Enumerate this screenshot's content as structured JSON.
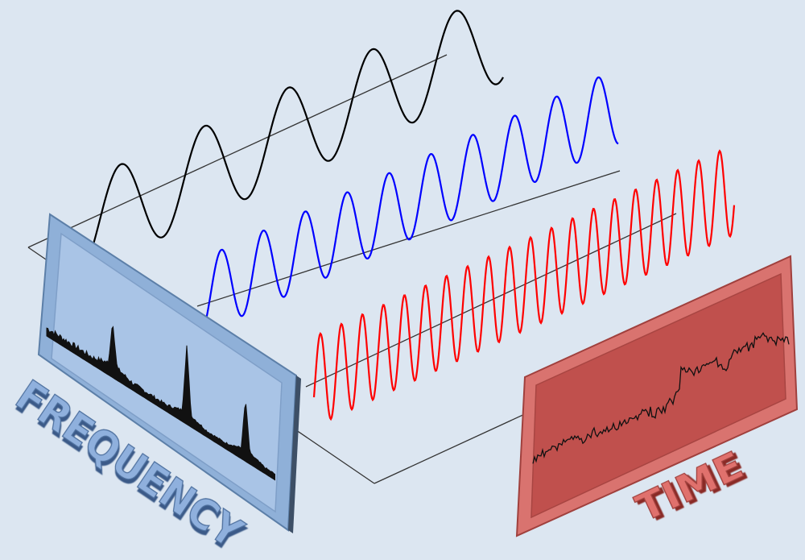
{
  "labels": {
    "frequency": "FREQUENCY",
    "time": "TIME"
  },
  "waves": [
    {
      "color": "#000000",
      "cycles": 5
    },
    {
      "color": "#0000ff",
      "cycles": 10
    },
    {
      "color": "#ff0000",
      "cycles": 20
    }
  ],
  "colors": {
    "background": "#dce6f1",
    "frequency_panel": "#a9c4e6",
    "frequency_frame": "#8fb0d8",
    "time_panel": "#c0504d",
    "time_frame": "#d9736f",
    "frequency_text": "#6f95c8",
    "time_text": "#d9534f"
  }
}
